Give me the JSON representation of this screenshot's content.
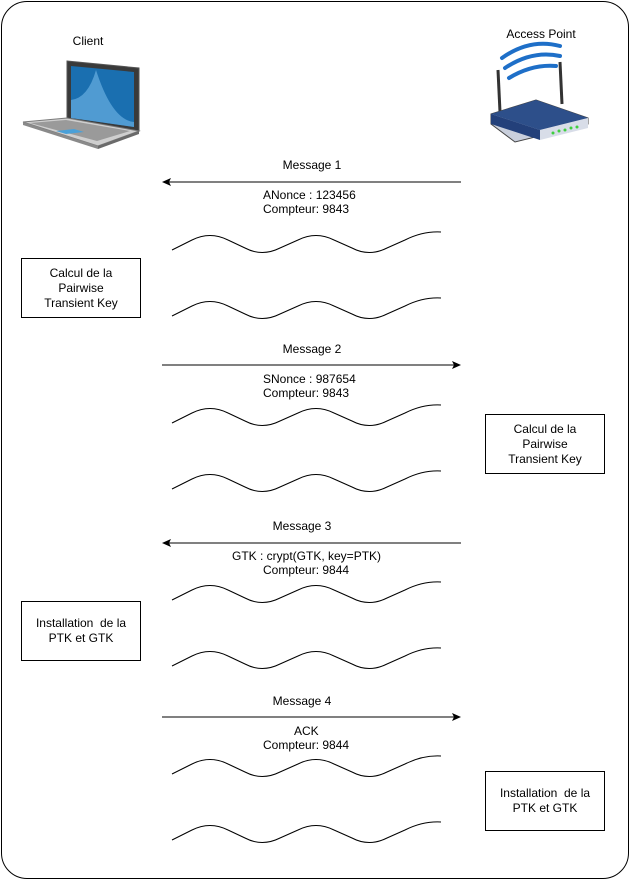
{
  "client": {
    "label": "Client"
  },
  "access_point": {
    "label": "Access Point"
  },
  "messages": [
    {
      "title": "Message 1",
      "line1": "ANonce : 123456",
      "line2": "Compteur: 9843",
      "direction": "left"
    },
    {
      "title": "Message 2",
      "line1": "SNonce : 987654",
      "line2": "Compteur: 9843",
      "direction": "right"
    },
    {
      "title": "Message 3",
      "line1": "GTK : crypt(GTK, key=PTK)",
      "line2": "Compteur: 9844",
      "direction": "left"
    },
    {
      "title": "Message 4",
      "line1": "ACK",
      "line2": "Compteur: 9844",
      "direction": "right"
    }
  ],
  "process_boxes": [
    {
      "side": "client",
      "line1": "Calcul de la Pairwise",
      "line2": "Transient Key"
    },
    {
      "side": "access-point",
      "line1": "Calcul de la Pairwise",
      "line2": "Transient Key"
    },
    {
      "side": "client",
      "line1": "Installation  de la",
      "line2": "PTK et GTK"
    },
    {
      "side": "access-point",
      "line1": "Installation  de la",
      "line2": "PTK et GTK"
    }
  ],
  "colors": {
    "laptop_screen": "#1a6fb0",
    "router_body": "#2d4f8a",
    "wifi_waves": "#1e6fc8"
  }
}
